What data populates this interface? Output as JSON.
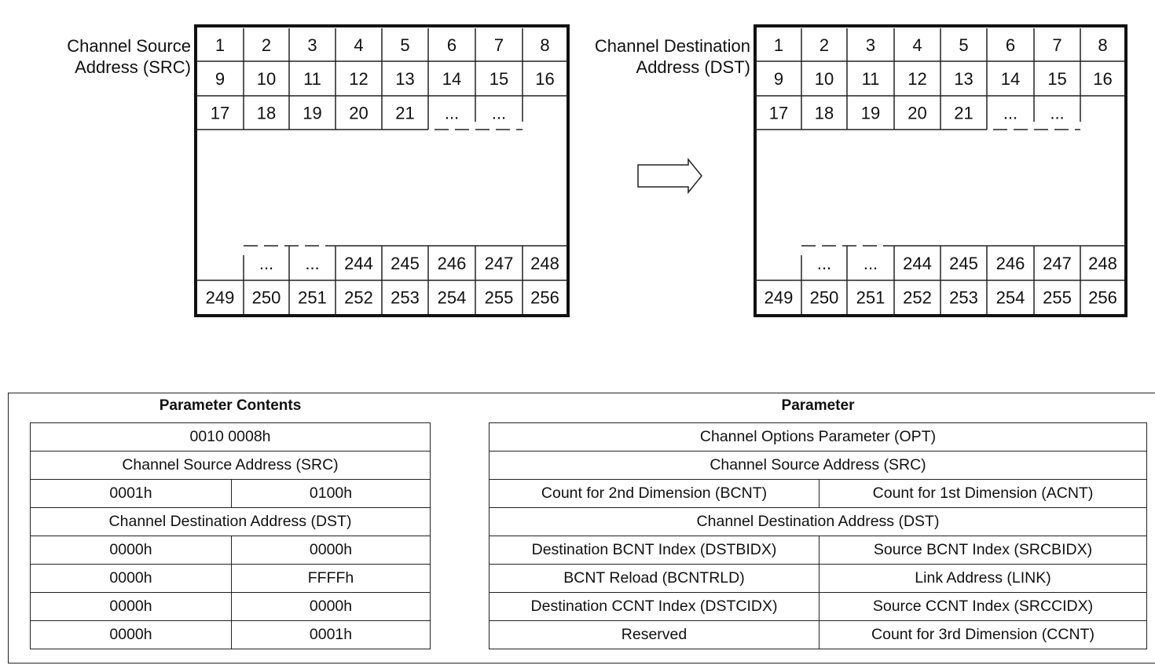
{
  "source_grid": {
    "label_lines": [
      "Channel Source",
      "Address (SRC)"
    ],
    "rows": [
      [
        "1",
        "2",
        "3",
        "4",
        "5",
        "6",
        "7",
        "8"
      ],
      [
        "9",
        "10",
        "11",
        "12",
        "13",
        "14",
        "15",
        "16"
      ],
      [
        "17",
        "18",
        "19",
        "20",
        "21",
        "...",
        "...",
        ""
      ],
      [
        "",
        "...",
        "...",
        "244",
        "245",
        "246",
        "247",
        "248"
      ],
      [
        "249",
        "250",
        "251",
        "252",
        "253",
        "254",
        "255",
        "256"
      ]
    ]
  },
  "dest_grid": {
    "label_lines": [
      "Channel Destination",
      "Address (DST)"
    ],
    "rows": [
      [
        "1",
        "2",
        "3",
        "4",
        "5",
        "6",
        "7",
        "8"
      ],
      [
        "9",
        "10",
        "11",
        "12",
        "13",
        "14",
        "15",
        "16"
      ],
      [
        "17",
        "18",
        "19",
        "20",
        "21",
        "...",
        "...",
        ""
      ],
      [
        "",
        "...",
        "...",
        "244",
        "245",
        "246",
        "247",
        "248"
      ],
      [
        "249",
        "250",
        "251",
        "252",
        "253",
        "254",
        "255",
        "256"
      ]
    ]
  },
  "arrow_icon": "right-arrow-outline",
  "contents_table": {
    "header": "Parameter Contents",
    "rows": [
      [
        "0010 0008h"
      ],
      [
        "Channel Source Address (SRC)"
      ],
      [
        "0001h",
        "0100h"
      ],
      [
        "Channel Destination Address (DST)"
      ],
      [
        "0000h",
        "0000h"
      ],
      [
        "0000h",
        "FFFFh"
      ],
      [
        "0000h",
        "0000h"
      ],
      [
        "0000h",
        "0001h"
      ]
    ]
  },
  "parameter_table": {
    "header": "Parameter",
    "rows": [
      [
        "Channel Options Parameter (OPT)"
      ],
      [
        "Channel Source Address (SRC)"
      ],
      [
        "Count for 2nd Dimension (BCNT)",
        "Count for 1st Dimension (ACNT)"
      ],
      [
        "Channel Destination Address (DST)"
      ],
      [
        "Destination BCNT Index (DSTBIDX)",
        "Source BCNT Index (SRCBIDX)"
      ],
      [
        "BCNT Reload (BCNTRLD)",
        "Link Address (LINK)"
      ],
      [
        "Destination CCNT Index (DSTCIDX)",
        "Source CCNT Index (SRCCIDX)"
      ],
      [
        "Reserved",
        "Count for 3rd Dimension (CCNT)"
      ]
    ]
  }
}
